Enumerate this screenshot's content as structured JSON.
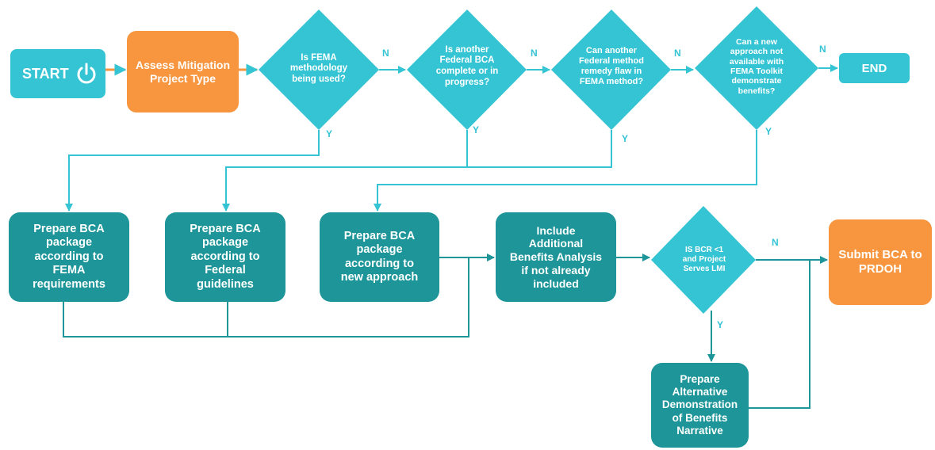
{
  "start": {
    "label": "START",
    "icon": "power-icon"
  },
  "assess": {
    "label": "Assess Mitigation\nProject Type"
  },
  "decisions": {
    "fema_methodology": "Is FEMA\nmethodology\nbeing used?",
    "another_federal_bca": "Is another\nFederal BCA\ncomplete or in\nprogress?",
    "remedy_flaw": "Can another\nFederal method\nremedy flaw in\nFEMA method?",
    "new_approach": "Can a new\napproach not\navailable with\nFEMA Toolkit\ndemonstrate\nbenefits?",
    "bcr_lmi": "IS BCR <1\nand Project\nServes LMI"
  },
  "end": {
    "label": "END"
  },
  "processes": {
    "fema_req": "Prepare BCA\npackage\naccording to\nFEMA\nrequirements",
    "federal_guidelines": "Prepare BCA\npackage\naccording to\nFederal\nguidelines",
    "new_approach_pkg": "Prepare BCA\npackage\naccording to\nnew approach",
    "additional_benefits": "Include\nAdditional\nBenefits Analysis\nif not already\nincluded",
    "alternative_narrative": "Prepare\nAlternative\nDemonstration\nof Benefits\nNarrative"
  },
  "submit": {
    "label": "Submit BCA to\nPRDOH"
  },
  "edge_labels": {
    "no": "N",
    "yes": "Y"
  },
  "colors": {
    "light_teal": "#35c4d4",
    "dark_teal": "#1d9599",
    "orange": "#f7963f",
    "connector": "#35c4d4",
    "white": "#ffffff"
  }
}
